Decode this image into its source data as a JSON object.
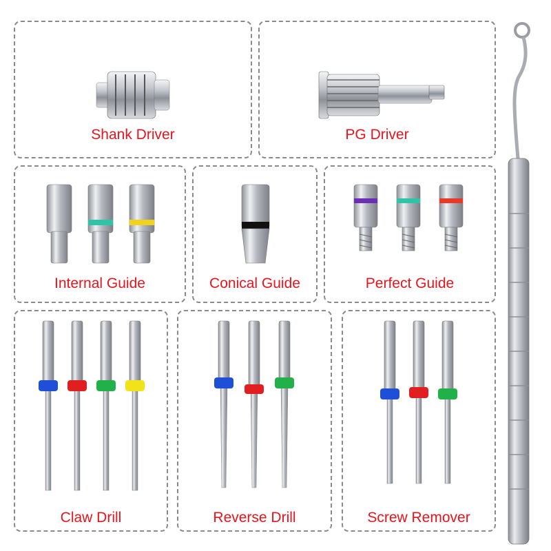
{
  "panels": {
    "shank_driver": {
      "label": "Shank Driver"
    },
    "pg_driver": {
      "label": "PG Driver"
    },
    "internal_guide": {
      "label": "Internal Guide",
      "band_colors": [
        "none",
        "#2ec4a8",
        "#f2d21a"
      ]
    },
    "conical_guide": {
      "label": "Conical Guide",
      "band_colors": [
        "#111111"
      ]
    },
    "perfect_guide": {
      "label": "Perfect Guide",
      "band_colors": [
        "#6a2fb5",
        "#2ec4a8",
        "#e83a2a"
      ]
    },
    "claw_drill": {
      "label": "Claw Drill",
      "ring_colors": [
        "#1f4fd6",
        "#e02020",
        "#22b04a",
        "#f2e21a"
      ]
    },
    "reverse_drill": {
      "label": "Reverse Drill",
      "ring_colors": [
        "#1f4fd6",
        "#e02020",
        "#22b04a"
      ]
    },
    "screw_remover": {
      "label": "Screw Remover",
      "ring_colors": [
        "#1f4fd6",
        "#e02020",
        "#22b04a"
      ]
    }
  },
  "colors": {
    "label_red": "#e8141b",
    "border_gray": "#8a8a8a",
    "metal": "#b9bcc2"
  }
}
